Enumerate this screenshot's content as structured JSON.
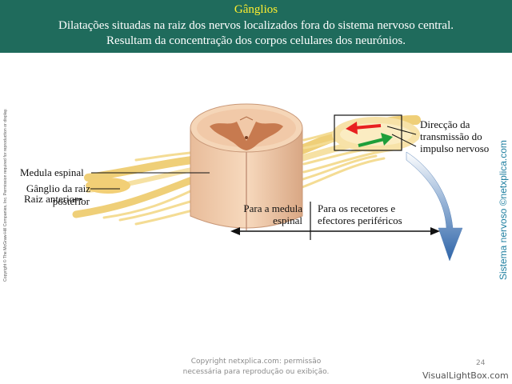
{
  "header": {
    "title": "Gânglios",
    "line1": "Dilatações situadas na raiz dos nervos localizados fora do sistema nervoso central.",
    "line2": "Resultam da concentração dos corpos celulares dos neurónios."
  },
  "side": {
    "copyright": "Copyright © The McGraw-Hill Companies, Inc. Permission required for reproduction or display.",
    "site": "Sistema nervoso ©netxplica.com"
  },
  "labels": {
    "medula": "Medula espinal",
    "ganglio_l1": "Gânglio da raiz",
    "ganglio_l2": "posterior",
    "raiz": "Raiz anterior",
    "direccao_l1": "Direcção da",
    "direccao_l2": "transmissão do",
    "direccao_l3": "impulso nervoso",
    "para_medula_l1": "Para a medula",
    "para_medula_l2": "espinal",
    "para_recetores_l1": "Para os recetores e",
    "para_recetores_l2": "efectores periféricos"
  },
  "colors": {
    "header_bg": "#1f6b5c",
    "title": "#ffef2f",
    "arrow_red": "#e82020",
    "arrow_green": "#1e9e3a",
    "curve_arrow": "#2e64a8"
  },
  "footer": {
    "line1": "Copyright netxplica.com: permissão",
    "line2": "necessária para reprodução ou exibição.",
    "page": "24",
    "watermark": "VisualLightBox.com"
  }
}
